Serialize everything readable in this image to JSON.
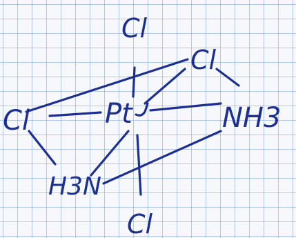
{
  "diagram": {
    "atoms": {
      "cl_top": "Cl",
      "cl_upper_right": "Cl",
      "cl_left": "Cl",
      "cl_bottom": "Cl",
      "center": "Pt",
      "nh3_right": "NH3",
      "h3n_lower": "H3N"
    },
    "ink_color": "#1d2f8f",
    "grid_color": "#78a0d7"
  }
}
